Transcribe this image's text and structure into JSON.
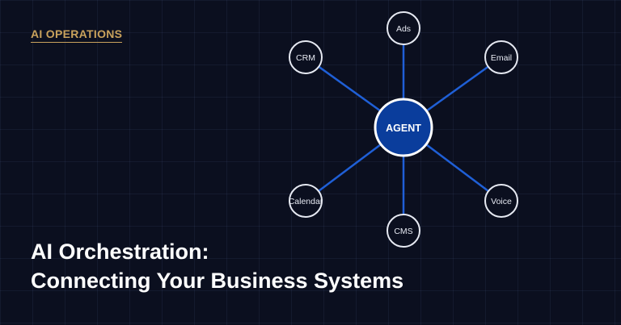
{
  "eyebrow": "AI OPERATIONS",
  "headline": {
    "line1": "AI Orchestration:",
    "line2": "Connecting Your Business Systems"
  },
  "diagram": {
    "hub": {
      "label": "AGENT"
    },
    "nodes": [
      {
        "id": "ads",
        "label": "Ads"
      },
      {
        "id": "email",
        "label": "Email"
      },
      {
        "id": "voice",
        "label": "Voice"
      },
      {
        "id": "cms",
        "label": "CMS"
      },
      {
        "id": "calendar",
        "label": "Calendar"
      },
      {
        "id": "crm",
        "label": "CRM"
      }
    ]
  },
  "colors": {
    "background": "#0b0f1f",
    "accent_gold": "#c9a25c",
    "hub_fill": "#0a3d9c",
    "connector_blue": "#1f5fd6",
    "node_stroke": "#e6e9f2"
  }
}
